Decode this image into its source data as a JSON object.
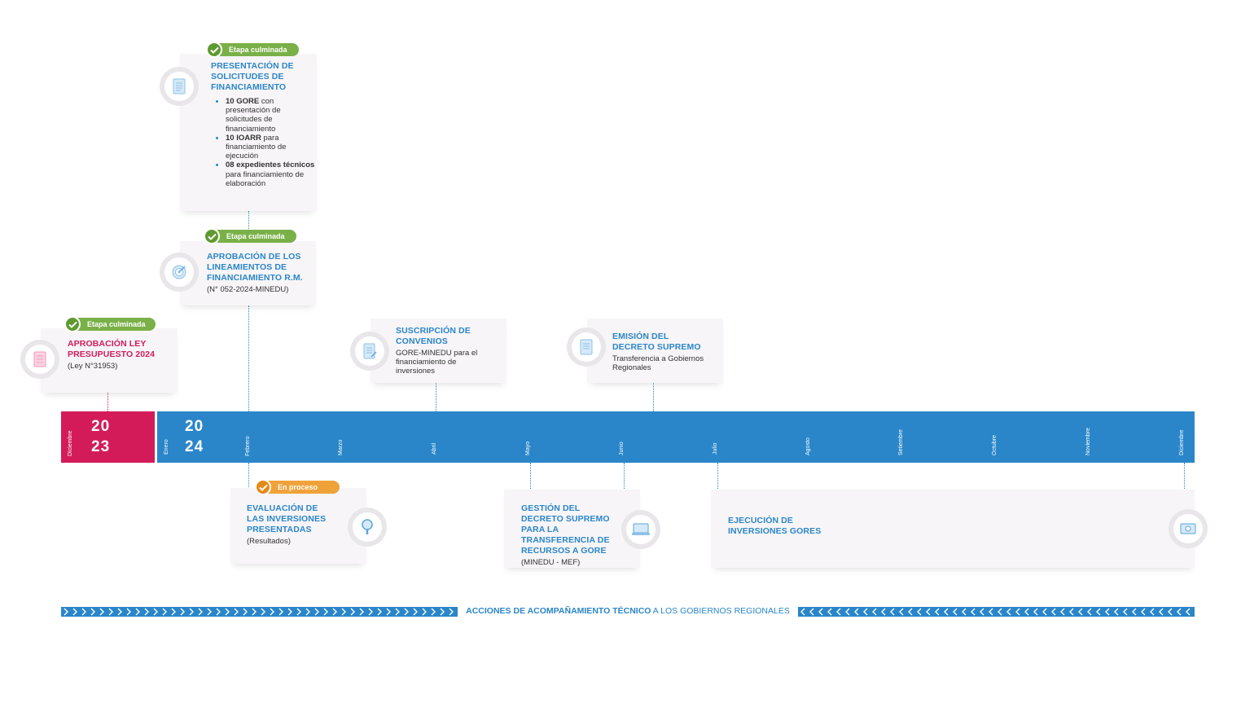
{
  "colors": {
    "blue": "#2a86c9",
    "pink": "#d41b5a",
    "green": "#7ab048",
    "orange": "#f0a23a"
  },
  "timeline": {
    "year_2023": {
      "line1": "20",
      "line2": "23"
    },
    "year_2024": {
      "line1": "20",
      "line2": "24"
    },
    "months_2023": [
      "Diciembre"
    ],
    "months_2024": [
      "Enero",
      "Febrero",
      "Marzo",
      "Abril",
      "Mayo",
      "Junio",
      "Julio",
      "Agosto",
      "Setiembre",
      "Octubre",
      "Noviembre",
      "Diciembre"
    ]
  },
  "milestones": {
    "presentacion": {
      "badge": "Etapa culminada",
      "title": "PRESENTACIÓN DE SOLICITUDES DE FINANCIAMIENTO",
      "bullets": [
        {
          "strong": "10 GORE",
          "text": " con presentación de solicitudes de financiamiento"
        },
        {
          "strong": "10 IOARR",
          "text": " para financiamiento de ejecución"
        },
        {
          "strong": "08 expedientes técnicos",
          "text": " para financiamiento de elaboración"
        }
      ],
      "icon": "document-icon"
    },
    "aprobacion_lineamientos": {
      "badge": "Etapa culminada",
      "title": "APROBACIÓN DE LOS LINEAMIENTOS DE FINANCIAMIENTO R.M.",
      "body": "(N° 052-2024-MINEDU)",
      "icon": "target-icon"
    },
    "aprobacion_ley": {
      "badge": "Etapa culminada",
      "title": "APROBACIÓN LEY PRESUPUESTO 2024",
      "body": "(Ley N°31953)",
      "icon": "law-book-icon"
    },
    "suscripcion": {
      "title": "SUSCRIPCIÓN DE CONVENIOS",
      "body": "GORE-MINEDU para el financiamiento de inversiones",
      "icon": "contract-icon"
    },
    "emision": {
      "title": "EMISIÓN DEL DECRETO SUPREMO",
      "body": "Transferencia a Gobiernos Regionales",
      "icon": "decree-icon"
    },
    "evaluacion": {
      "badge": "En proceso",
      "title": "EVALUACIÓN DE LAS INVERSIONES PRESENTADAS",
      "body": "(Resultados)",
      "icon": "magnifier-icon"
    },
    "gestion": {
      "title": "GESTIÓN DEL DECRETO SUPREMO PARA LA TRANSFERENCIA DE RECURSOS A GORE",
      "body": "(MINEDU - MEF)",
      "icon": "laptop-icon"
    },
    "ejecucion": {
      "title": "EJECUCIÓN DE INVERSIONES GORES",
      "icon": "money-icon"
    }
  },
  "footer": {
    "strong": "ACCIONES DE ACOMPAÑAMIENTO TÉCNICO",
    "rest": " A LOS GOBIERNOS REGIONALES"
  }
}
